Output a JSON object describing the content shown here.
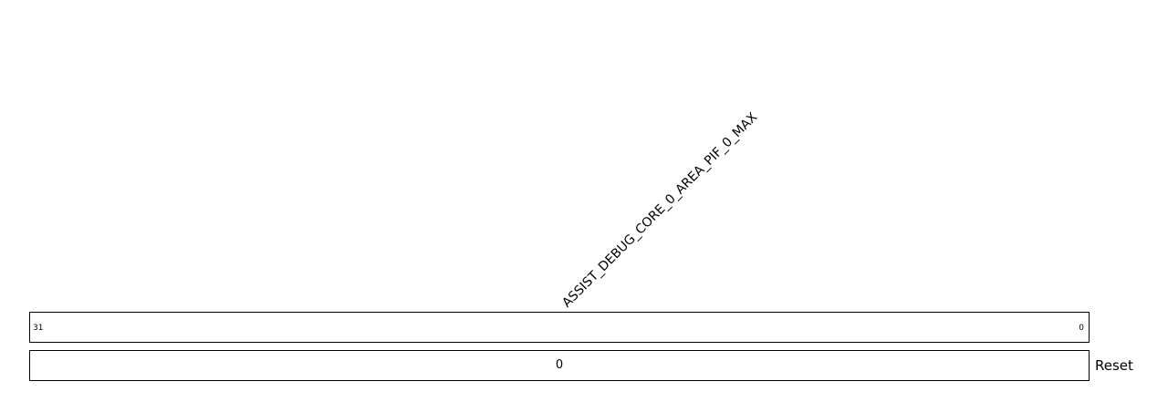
{
  "register": {
    "fields": [
      {
        "name": "ASSIST_DEBUG_CORE_0_AREA_PIF_0_MAX",
        "msb": "31",
        "lsb": "0",
        "reset": "0"
      }
    ],
    "reset_label": "Reset"
  }
}
